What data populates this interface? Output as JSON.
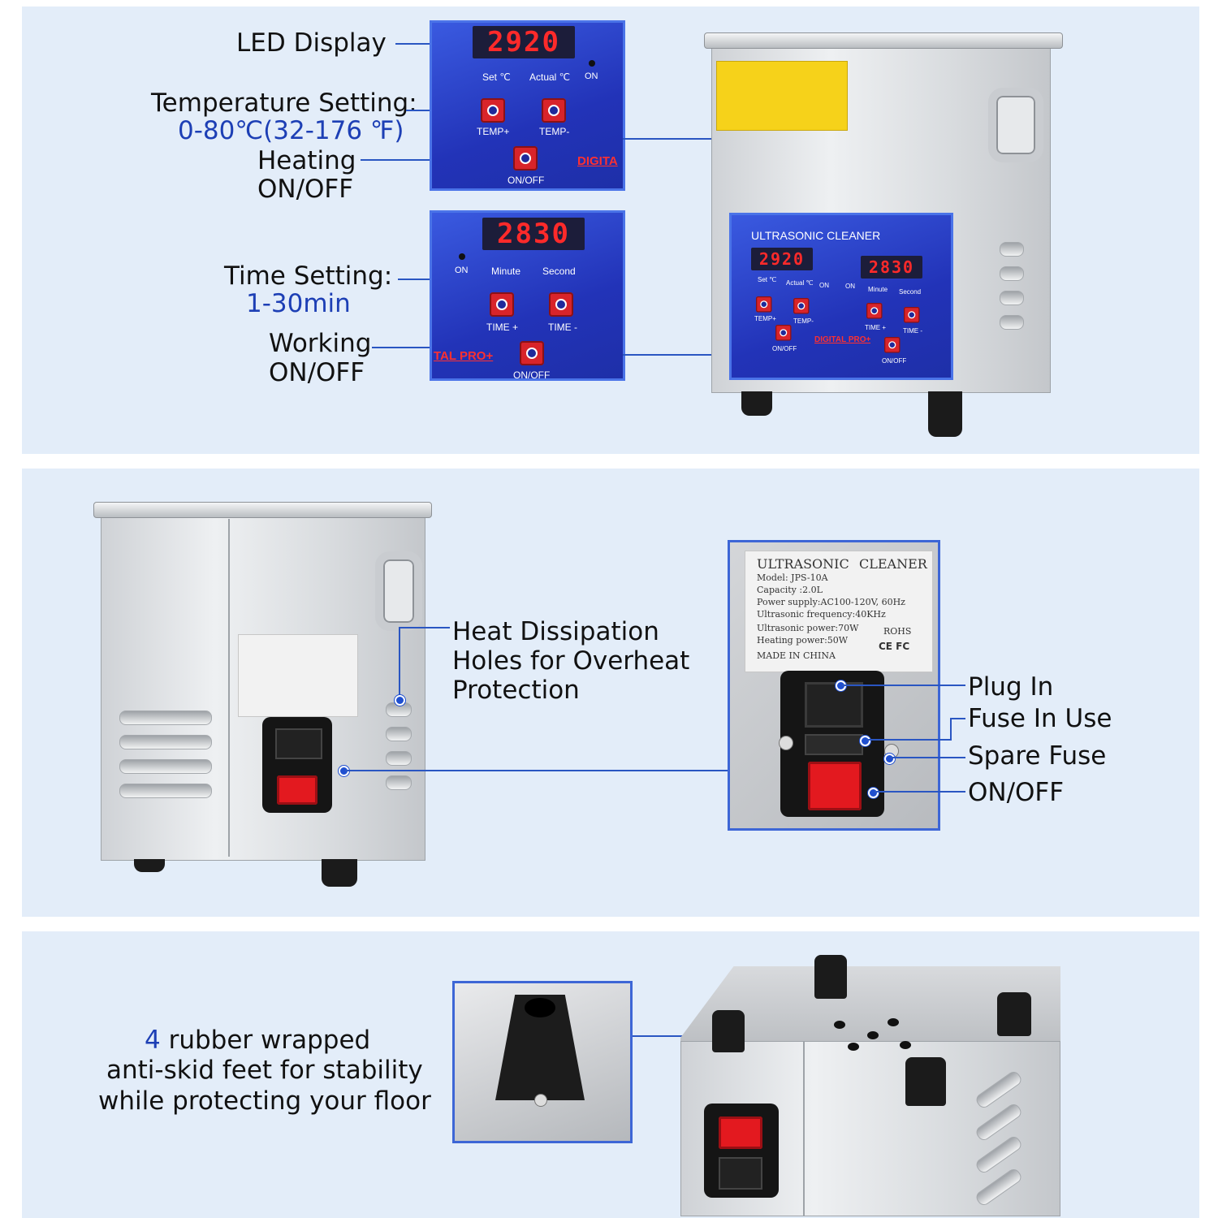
{
  "section1": {
    "callouts": {
      "led_display": "LED Display",
      "temperature_setting": "Temperature Setting:",
      "temperature_range": "0-80℃(32-176 ℉)",
      "heating_line1": "Heating",
      "heating_line2": "ON/OFF",
      "time_setting": "Time Setting:",
      "time_range": "1-30min",
      "working_line1": "Working",
      "working_line2": "ON/OFF"
    },
    "temp_panel": {
      "display": "2920",
      "set_label": "Set ℃",
      "actual_label": "Actual ℃",
      "on_label": "ON",
      "temp_plus": "TEMP+",
      "temp_minus": "TEMP-",
      "onoff": "ON/OFF",
      "brand": "DIGITA"
    },
    "time_panel": {
      "display": "2830",
      "on_label": "ON",
      "minute_label": "Minute",
      "second_label": "Second",
      "time_plus": "TIME +",
      "time_minus": "TIME -",
      "onoff": "ON/OFF",
      "brand": "TAL PRO+"
    },
    "device_panel": {
      "title": "ULTRASONIC CLEANER",
      "temp_display": "2920",
      "time_display": "2830",
      "set": "Set ℃",
      "actual": "Actual ℃",
      "on1": "ON",
      "on2": "ON",
      "minute": "Minute",
      "second": "Second",
      "temp_plus": "TEMP+",
      "temp_minus": "TEMP-",
      "time_plus": "TIME +",
      "time_minus": "TIME -",
      "onoff1": "ON/OFF",
      "onoff2": "ON/OFF",
      "brand": "DIGITAL PRO+"
    }
  },
  "section2": {
    "callouts": {
      "heat_line1": "Heat Dissipation",
      "heat_line2": "Holes for Overheat",
      "heat_line3": "Protection",
      "plug_in": "Plug In",
      "fuse_in_use": "Fuse In Use",
      "spare_fuse": "Spare Fuse",
      "on_off": "ON/OFF"
    },
    "sticker": {
      "title_left": "ULTRASONIC",
      "title_right": "CLEANER",
      "model": "Model: JPS-10A",
      "capacity": "Capacity :2.0L",
      "power_supply": "Power supply:AC100-120V, 60Hz",
      "frequency": "Ultrasonic frequency:40KHz",
      "ultrasonic_power": "Ultrasonic power:70W",
      "rohs": "ROHS",
      "heating_power": "Heating power:50W",
      "marks": "CE FC",
      "made_in": "MADE IN CHINA"
    }
  },
  "section3": {
    "callout_number": "4",
    "callout_line1": " rubber wrapped",
    "callout_line2": "anti-skid feet for stability",
    "callout_line3": "while protecting your floor"
  },
  "colors": {
    "panel_bg": "#e3edf9",
    "accent_blue": "#1d3fb5",
    "control_panel_blue": "#2740c8",
    "led_red": "#ff2a2a",
    "button_red": "#d8242a"
  }
}
